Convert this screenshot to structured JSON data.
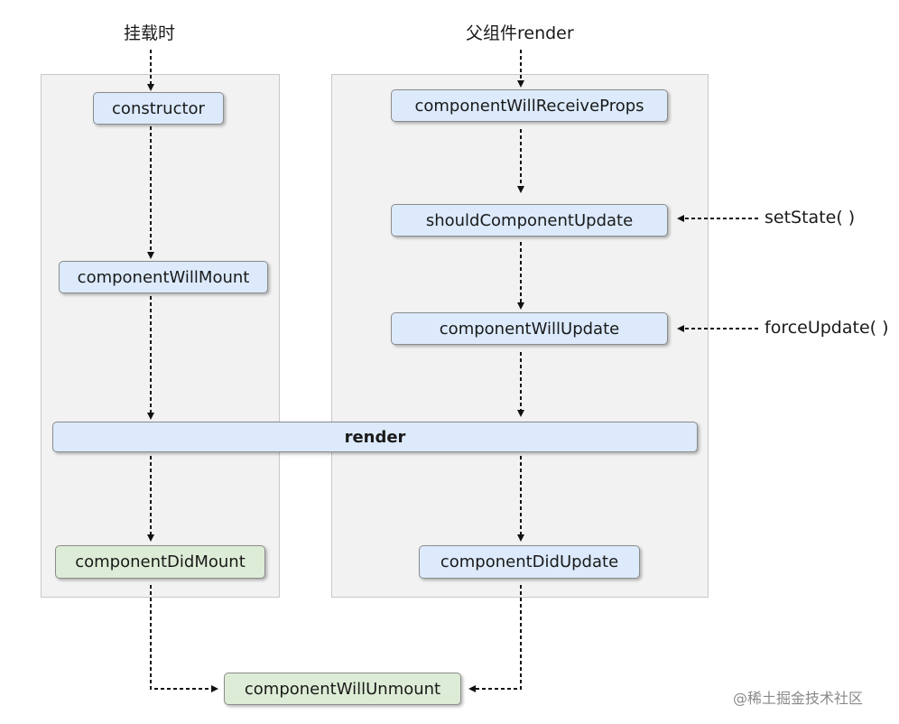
{
  "labels": {
    "mount_trigger": "挂载时",
    "update_trigger": "父组件render",
    "set_state": "setState( )",
    "force_update": "forceUpdate( )"
  },
  "nodes": {
    "constructor": "constructor",
    "will_mount": "componentWillMount",
    "render": "render",
    "did_mount": "componentDidMount",
    "will_receive_props": "componentWillReceiveProps",
    "should_update": "shouldComponentUpdate",
    "will_update": "componentWillUpdate",
    "did_update": "componentDidUpdate",
    "will_unmount": "componentWillUnmount"
  },
  "watermark": "@稀土掘金技术社区",
  "colors": {
    "update_node": "#dceafc",
    "mount_end_node": "#ddecd6",
    "panel": "#f2f2f2"
  }
}
